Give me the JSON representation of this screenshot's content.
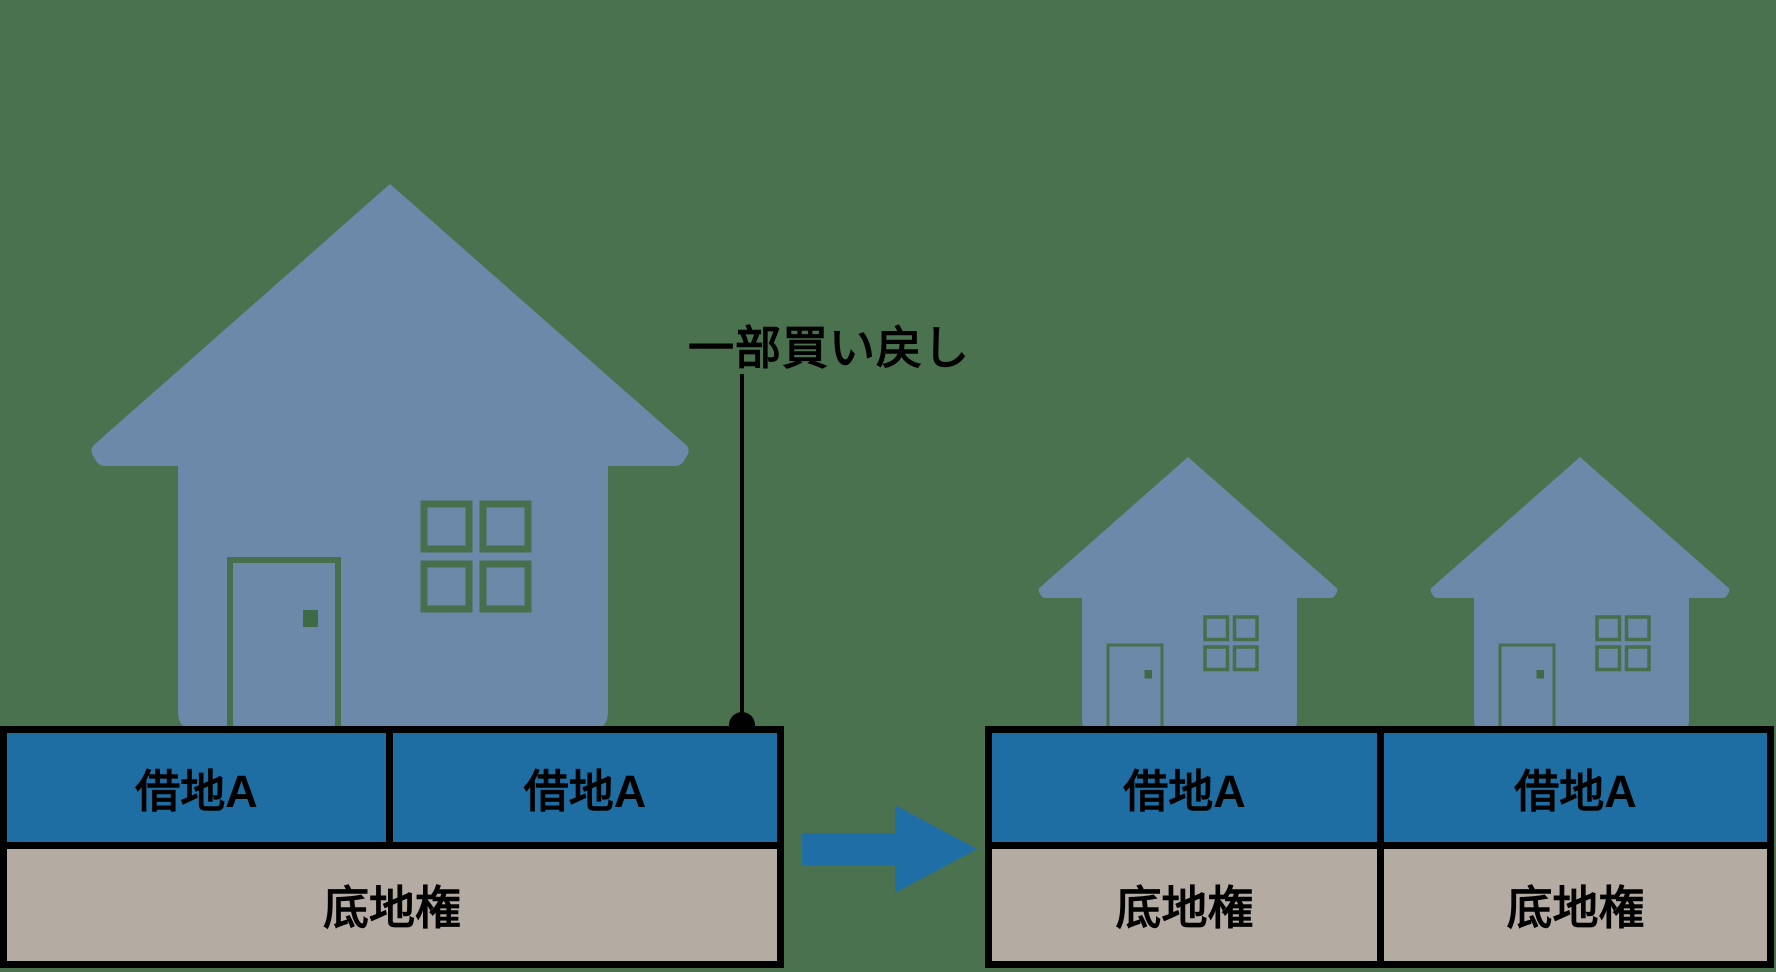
{
  "colors": {
    "bg": "#4b724f",
    "house": "#6c89aa",
    "frame": "#46704b",
    "knob": "#3f6a46",
    "band-blue": "#1e6da3",
    "beige": "#b4aba2",
    "arrow": "#1f6fa6",
    "ink": "#000000"
  },
  "annotation": {
    "label": "一部買い戻し"
  },
  "left_block": {
    "leased_cells": [
      {
        "label": "借地A"
      },
      {
        "label": "借地A"
      }
    ],
    "ground_label": "底地権"
  },
  "right_blocks": [
    {
      "leased_label": "借地A",
      "ground_label": "底地権"
    },
    {
      "leased_label": "借地A",
      "ground_label": "底地権"
    }
  ]
}
